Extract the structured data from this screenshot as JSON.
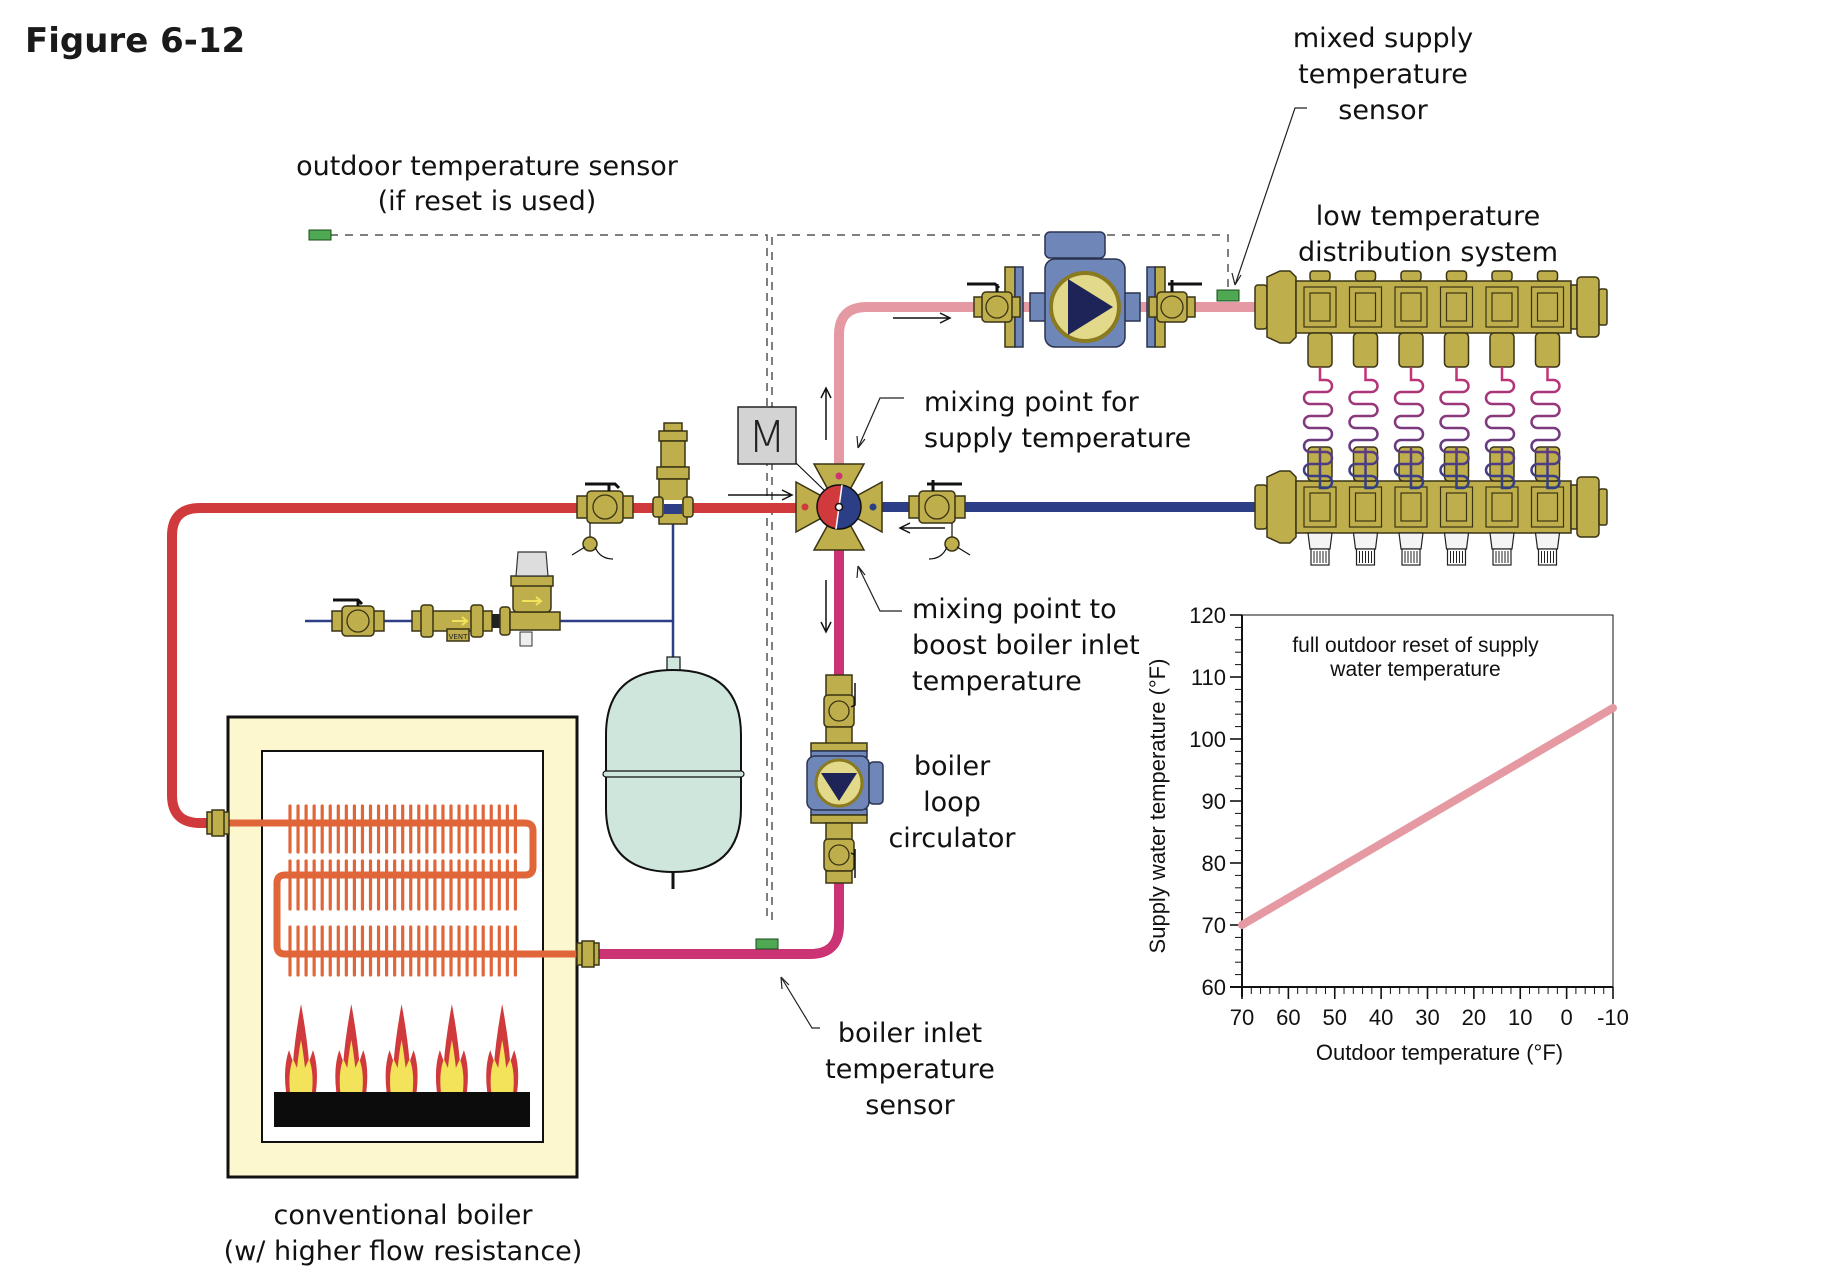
{
  "figure": {
    "title": "Figure 6-12"
  },
  "labels": {
    "outdoor_sensor": [
      "outdoor temperature sensor",
      "(if reset is used)"
    ],
    "mixed_supply_sensor": [
      "mixed supply",
      "temperature",
      "sensor"
    ],
    "low_temp_system": [
      "low temperature",
      "distribution system"
    ],
    "mixing_supply": [
      "mixing point for",
      "supply temperature"
    ],
    "mixing_boost": [
      "mixing point to",
      "boost boiler inlet",
      "temperature"
    ],
    "boiler_circulator": [
      "boiler",
      "loop",
      "circulator"
    ],
    "boiler_inlet_sensor": [
      "boiler inlet",
      "temperature",
      "sensor"
    ],
    "boiler": [
      "conventional boiler",
      "(w/ higher flow resistance)"
    ],
    "motor": "M",
    "vent": "VENT"
  },
  "colors": {
    "hot_supply": "#d13a3c",
    "mixed_supply": "#e59aa3",
    "return_cold": "#2c3f86",
    "boiler_inlet": "#cc3375",
    "heat_exchanger": "#e0663a",
    "brass": "#bfae4c",
    "sensor": "#4fa852",
    "boiler_jacket": "#fdf7d0",
    "tank": "#cfe6dc",
    "pump_body": "#6f86b8",
    "flame_outer": "#d13a3c",
    "flame_inner": "#f2e35a"
  },
  "manifold": {
    "loops": 6
  },
  "burner": {
    "flames": 5
  },
  "chart_data": {
    "type": "line",
    "title": "full outdoor reset of supply water temperature",
    "title_lines": [
      "full outdoor reset of supply",
      "water temperature"
    ],
    "xlabel": "Outdoor temperature (°F)",
    "ylabel": "Supply water temperature (°F)",
    "xlim": [
      70,
      -10
    ],
    "ylim": [
      60,
      120
    ],
    "x_ticks": [
      70,
      60,
      50,
      40,
      30,
      20,
      10,
      0,
      -10
    ],
    "y_ticks": [
      60,
      70,
      80,
      90,
      100,
      110,
      120
    ],
    "x_tick_labels": [
      "70",
      "60",
      "50",
      "40",
      "30",
      "20",
      "10",
      "0",
      "-10"
    ],
    "y_tick_labels": [
      "60",
      "70",
      "80",
      "90",
      "100",
      "110",
      "120"
    ],
    "x_minor_step": 2,
    "y_minor_step": 2,
    "grid": false,
    "legend": "none",
    "series": [
      {
        "name": "supply water temperature",
        "color": "#e59aa3",
        "x": [
          70,
          -10
        ],
        "y": [
          70,
          105
        ]
      }
    ]
  }
}
